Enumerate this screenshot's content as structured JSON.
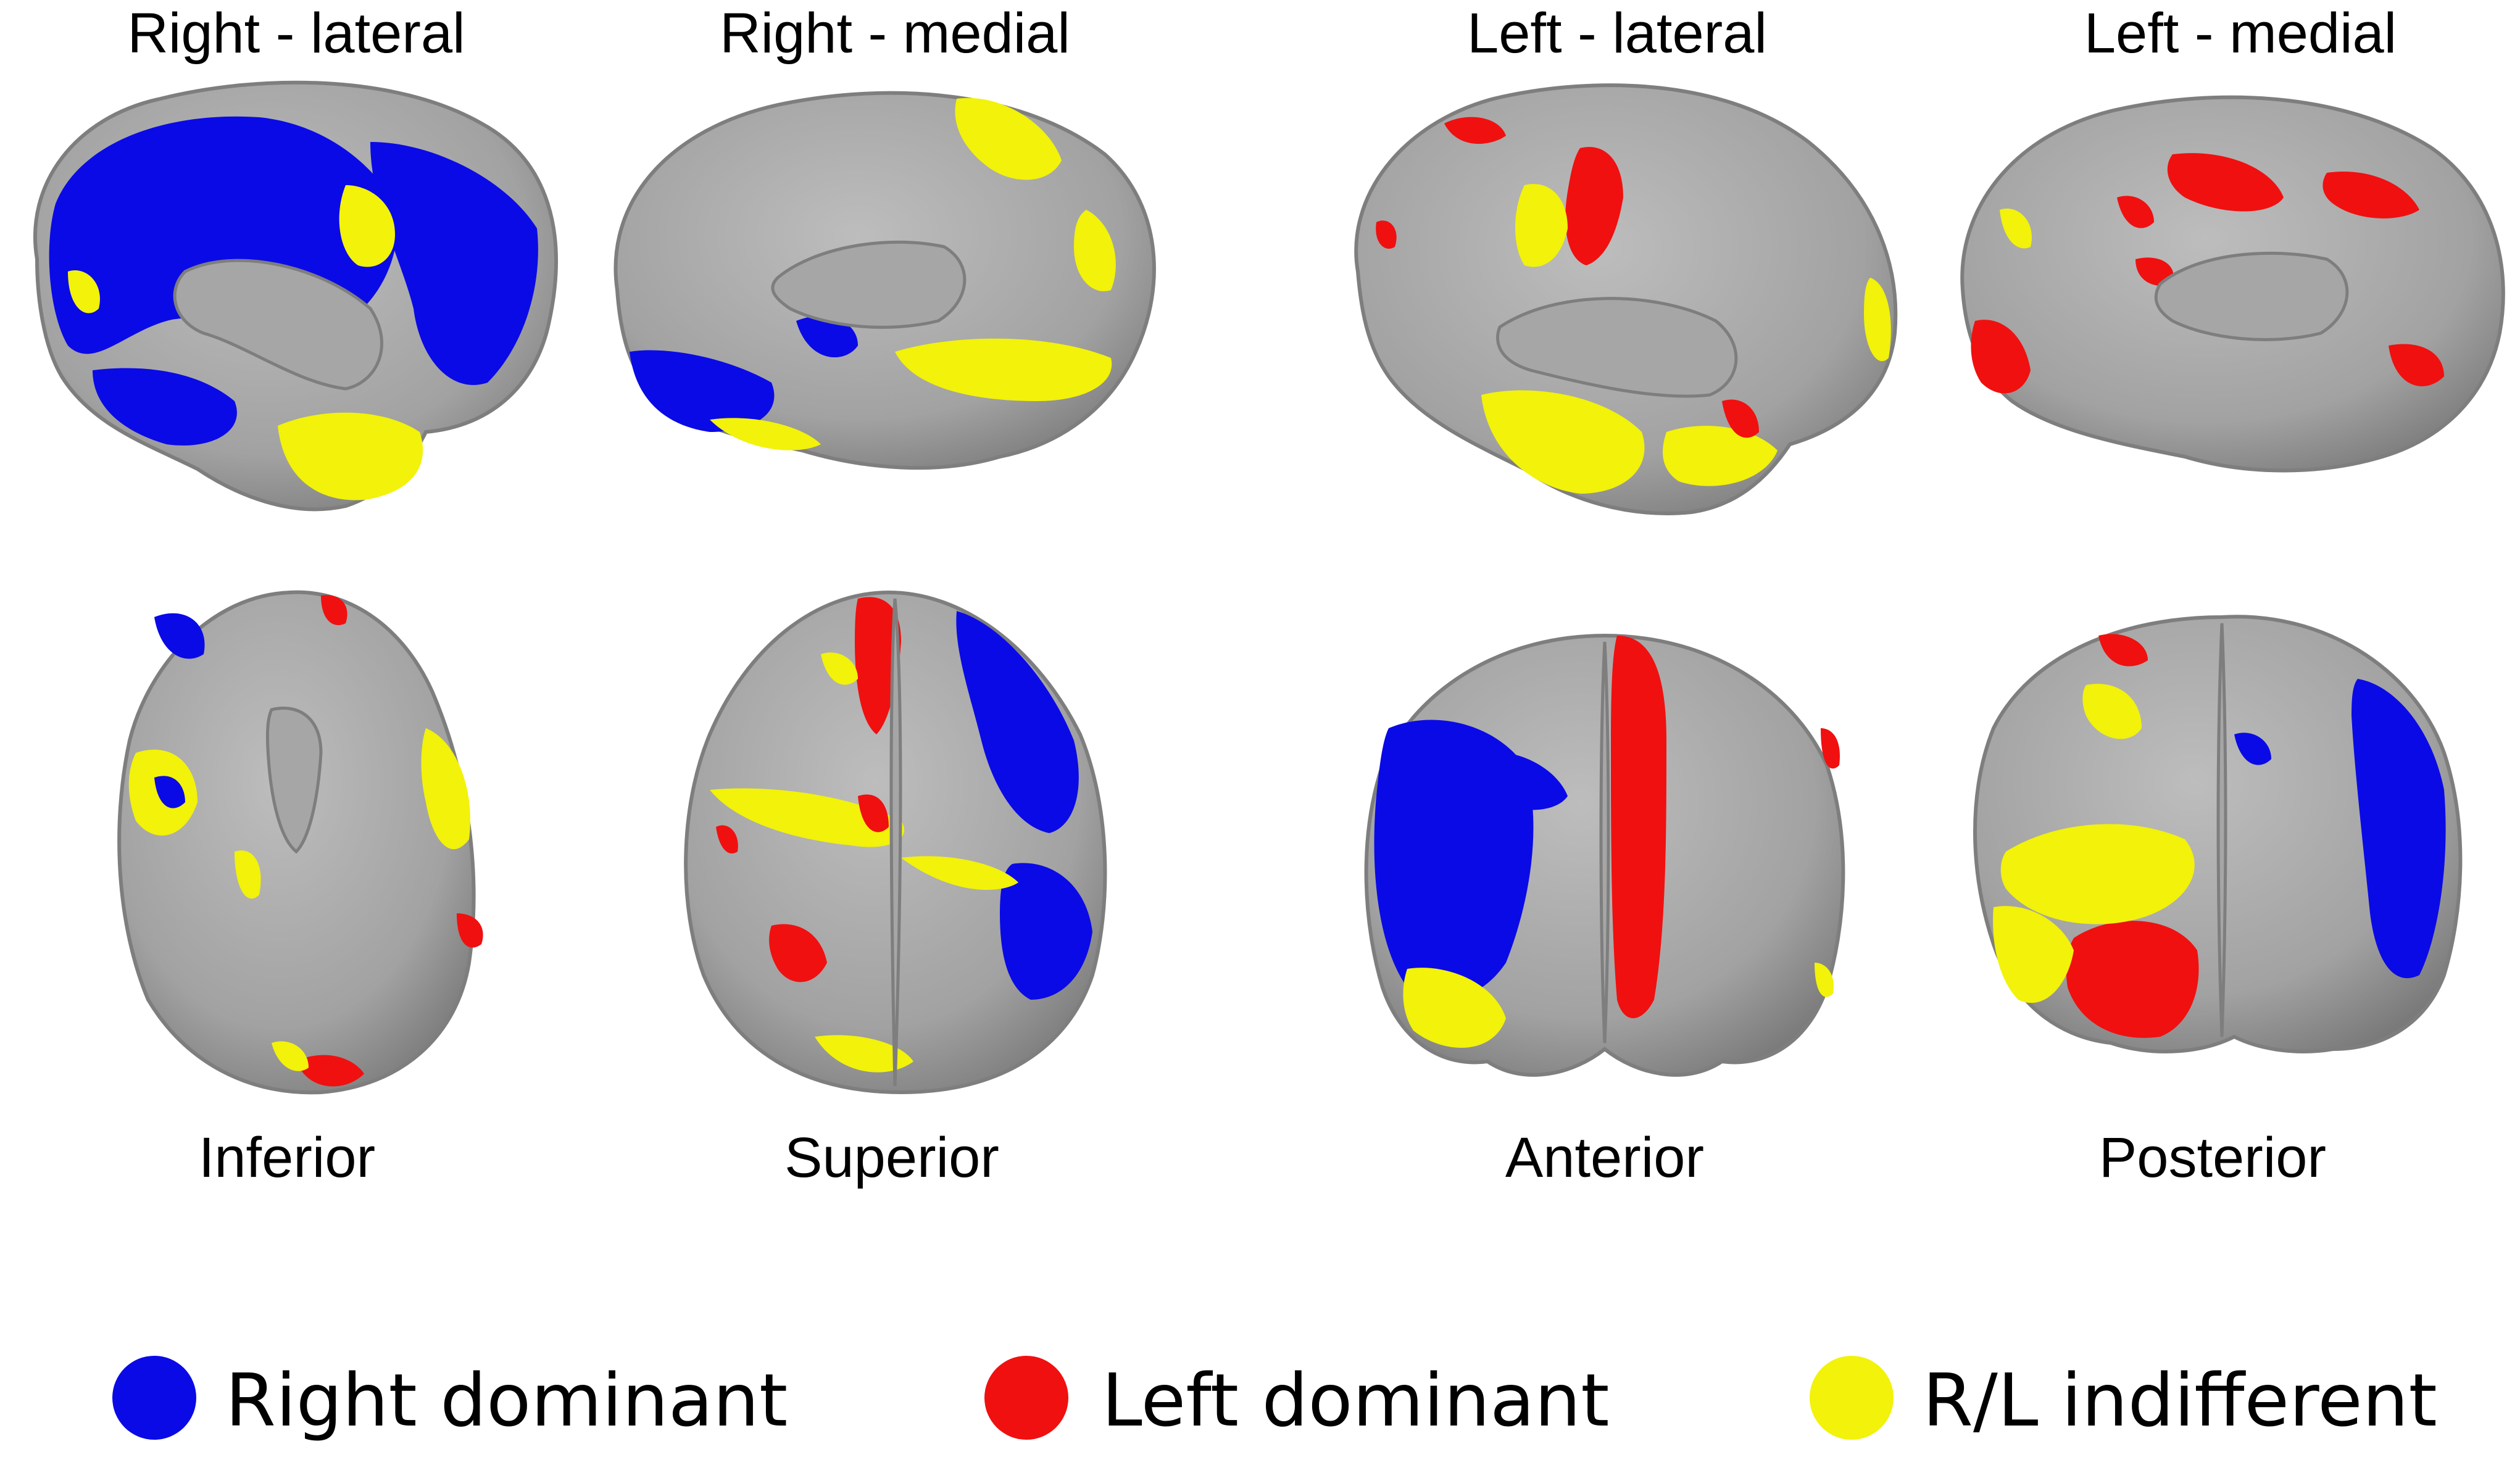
{
  "views": {
    "right_lateral": "Right - lateral",
    "right_medial": "Right - medial",
    "left_lateral": "Left - lateral",
    "left_medial": "Left - medial",
    "inferior": "Inferior",
    "superior": "Superior",
    "anterior": "Anterior",
    "posterior": "Posterior"
  },
  "legend": [
    {
      "label": "Right dominant",
      "color": "#0a0ae6"
    },
    {
      "label": "Left dominant",
      "color": "#f01010"
    },
    {
      "label": "R/L indifferent",
      "color": "#f2f20a"
    }
  ],
  "colors": {
    "cortex": "#a6a6a6",
    "cortex_shadow": "#7e7e7e",
    "right_dominant": "#0a0ae6",
    "left_dominant": "#f01010",
    "indifferent": "#f2f20a"
  }
}
